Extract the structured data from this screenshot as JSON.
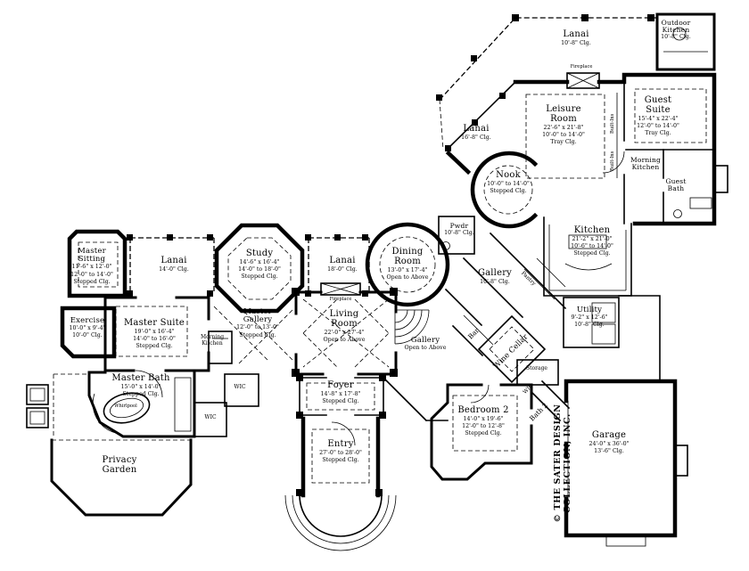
{
  "copyright": "© THE SATER DESIGN COLLECTION, INC.",
  "rooms": {
    "outdoor_kitchen": {
      "lines": [
        "Outdoor",
        "Kitchen",
        "10'-8\" Clg."
      ]
    },
    "lanai_top": {
      "lines": [
        "Lanai",
        "10'-8\" Clg."
      ]
    },
    "guest_suite": {
      "lines": [
        "Guest",
        "Suite",
        "15'-4\" x 22'-4\"",
        "12'-0\" to 14'-0\"",
        "Tray Clg."
      ]
    },
    "leisure_room": {
      "lines": [
        "Leisure",
        "Room",
        "22'-6\" x 21'-8\"",
        "10'-0\" to 14'-0\"",
        "Tray Clg."
      ]
    },
    "fireplace_leisure": {
      "lines": [
        "Fireplace"
      ]
    },
    "built_ins_upper": {
      "lines": [
        "Built-Ins"
      ]
    },
    "built_ins_lower": {
      "lines": [
        "Built-Ins"
      ]
    },
    "lanai_right": {
      "lines": [
        "Lanai",
        "16'-8\" Clg."
      ]
    },
    "nook": {
      "lines": [
        "Nook",
        "10'-0\" to 14'-0\"",
        "Stepped Clg."
      ]
    },
    "morning_kitchen_right": {
      "lines": [
        "Morning",
        "Kitchen"
      ]
    },
    "guest_bath": {
      "lines": [
        "Guest",
        "Bath"
      ]
    },
    "pwdr": {
      "lines": [
        "Pwdr",
        "10'-8\" Clg."
      ]
    },
    "kitchen": {
      "lines": [
        "Kitchen",
        "21'-2\" x 21'-0\"",
        "10'-6\" to 14'-0\"",
        "Stepped Clg."
      ]
    },
    "gallery_right": {
      "lines": [
        "Gallery",
        "10'-8\" Clg."
      ]
    },
    "pantry": {
      "lines": [
        "Pantry"
      ]
    },
    "utility": {
      "lines": [
        "Utility",
        "9'-2\" x 12'-6\"",
        "10'-8\" Clg."
      ]
    },
    "master_sitting": {
      "lines": [
        "Master",
        "Sitting",
        "11'-6\" x 12'-0\"",
        "12'-0\" to 14'-0\"",
        "Stepped Clg."
      ]
    },
    "lanai_left": {
      "lines": [
        "Lanai",
        "14'-0\" Clg."
      ]
    },
    "study": {
      "lines": [
        "Study",
        "14'-6\" x 16'-4\"",
        "14'-0\" to 18'-0\"",
        "Stepped Clg."
      ]
    },
    "lanai_mid": {
      "lines": [
        "Lanai",
        "18'-0\" Clg."
      ]
    },
    "dining_room": {
      "lines": [
        "Dining",
        "Room",
        "13'-0\" x 17'-4\"",
        "Open to Above"
      ]
    },
    "exercise": {
      "lines": [
        "Exercise",
        "10'-0\" x 9'-4\"",
        "10'-0\" Clg."
      ]
    },
    "master_suite": {
      "lines": [
        "Master Suite",
        "19'-0\" x 16'-4\"",
        "14'-0\" to 16'-0\"",
        "Stepped Clg."
      ]
    },
    "morning_kitchen_left": {
      "lines": [
        "Morning",
        "Kitchen"
      ]
    },
    "master_gallery": {
      "lines": [
        "Master",
        "Gallery",
        "12'-0\" to 13'-0\"",
        "Stepped Clg."
      ]
    },
    "living_room": {
      "lines": [
        "Living",
        "Room",
        "22'-0\" x 27'-4\"",
        "Open to Above"
      ]
    },
    "fireplace_living": {
      "lines": [
        "Fireplace"
      ]
    },
    "gallery_center": {
      "lines": [
        "Gallery",
        "Open to Above"
      ]
    },
    "bar": {
      "lines": [
        "Bar"
      ]
    },
    "wine_cellar": {
      "lines": [
        "Wine Cellar"
      ]
    },
    "storage": {
      "lines": [
        "Storage"
      ]
    },
    "master_bath": {
      "lines": [
        "Master Bath",
        "15'-0\" x 14'-0\"",
        "Stepped Clg."
      ]
    },
    "whirlpool": {
      "lines": [
        "Whirlpool"
      ]
    },
    "wic_1": {
      "lines": [
        "WIC"
      ]
    },
    "wic_2": {
      "lines": [
        "WIC"
      ]
    },
    "foyer": {
      "lines": [
        "Foyer",
        "14'-8\" x 17'-8\"",
        "Stepped Clg."
      ]
    },
    "privacy_garden": {
      "lines": [
        "Privacy",
        "Garden"
      ]
    },
    "entry": {
      "lines": [
        "Entry",
        "27'-0\" to 28'-0\"",
        "Stepped Clg."
      ]
    },
    "bedroom_2": {
      "lines": [
        "Bedroom 2",
        "14'-0\" x 19'-6\"",
        "12'-0\" to 12'-8\"",
        "Stepped Clg."
      ]
    },
    "bath_2": {
      "lines": [
        "Bath 2"
      ]
    },
    "wic_3": {
      "lines": [
        "WIC"
      ]
    },
    "garage": {
      "lines": [
        "Garage",
        "24'-0\" x 36'-0\"",
        "13'-6\" Clg."
      ]
    }
  }
}
